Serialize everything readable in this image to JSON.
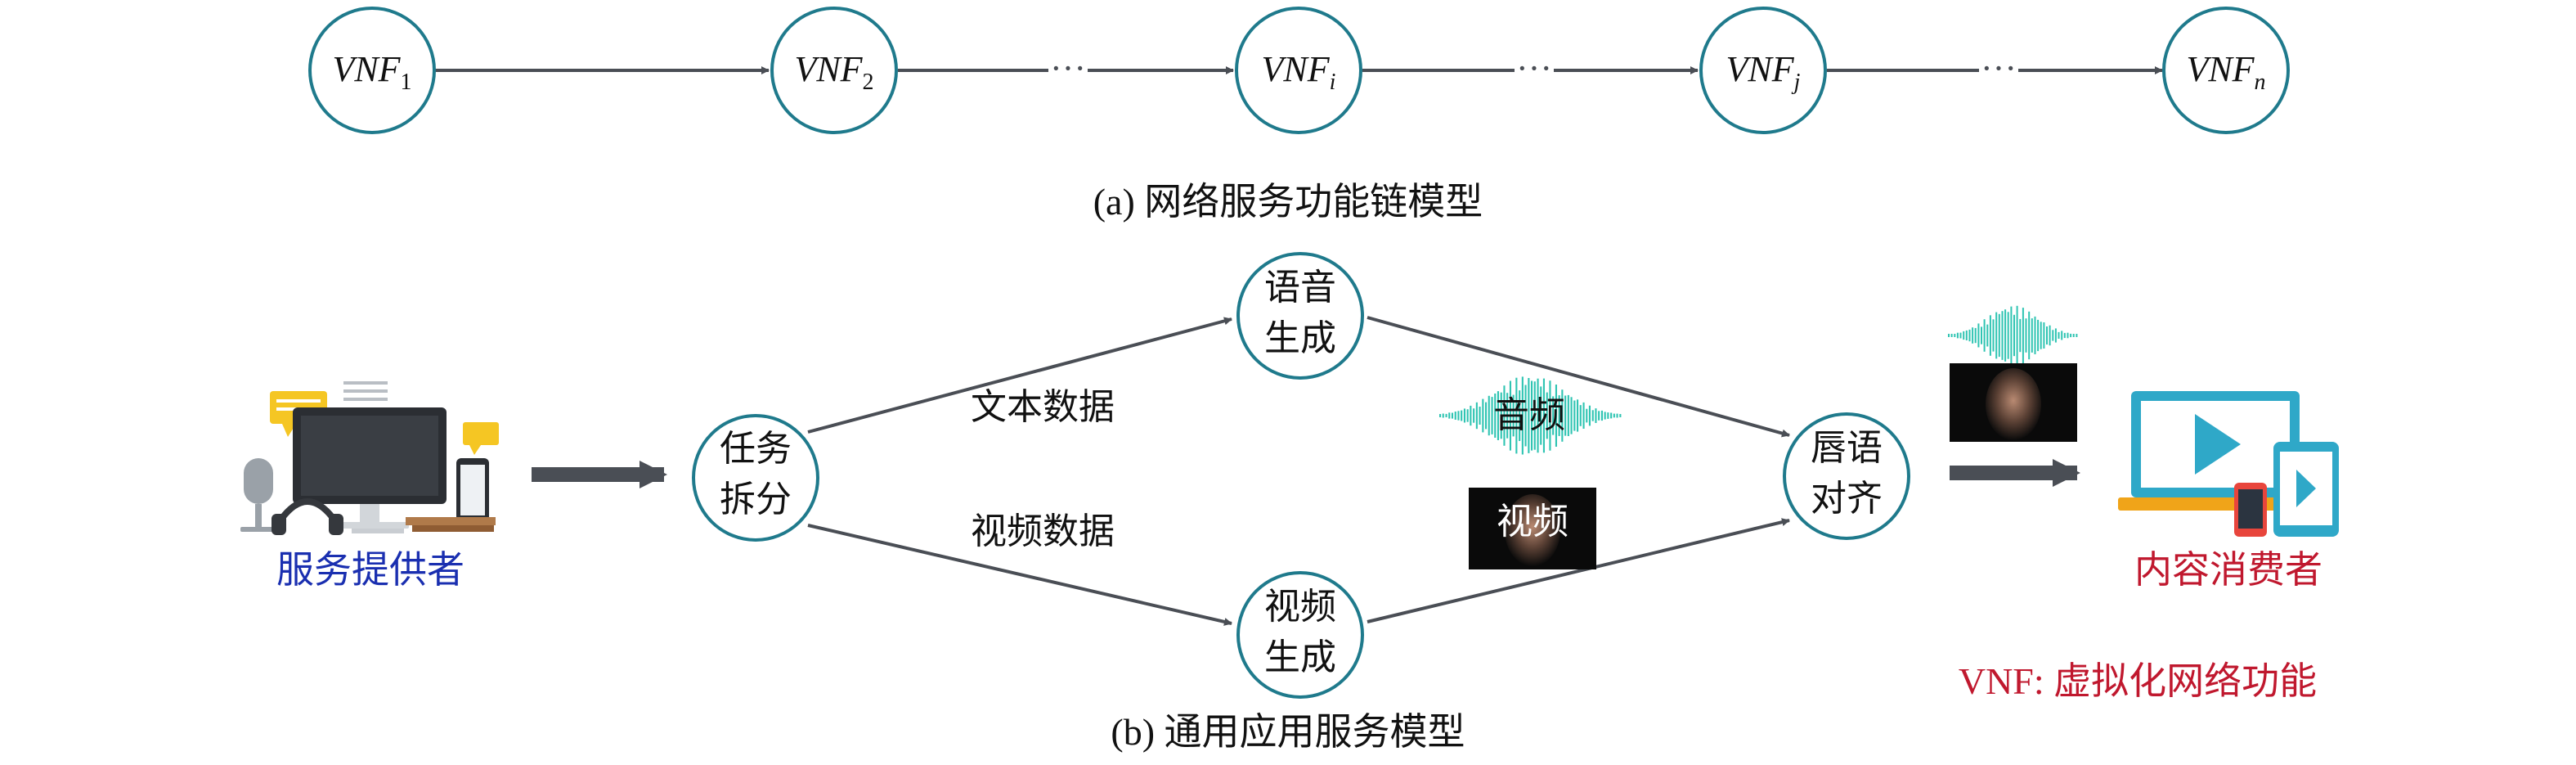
{
  "colors": {
    "node_stroke": "#1f7a8c",
    "edge": "#4a4e55",
    "provider_label": "#1a2fb0",
    "consumer_label": "#c0182e",
    "legend": "#c0182e",
    "wave": "#2fc4b2"
  },
  "sfc": {
    "caption": "(a) 网络服务功能链模型",
    "nodes": [
      {
        "base": "VNF",
        "sub": "1"
      },
      {
        "base": "VNF",
        "sub": "2"
      },
      {
        "base": "VNF",
        "sub": "i"
      },
      {
        "base": "VNF",
        "sub": "j"
      },
      {
        "base": "VNF",
        "sub": "n"
      }
    ],
    "ellipsis": "···"
  },
  "service": {
    "caption": "(b) 通用应用服务模型",
    "provider_label": "服务提供者",
    "consumer_label": "内容消费者",
    "nodes": {
      "split": {
        "line1": "任务",
        "line2": "拆分"
      },
      "speech": {
        "line1": "语音",
        "line2": "生成"
      },
      "video": {
        "line1": "视频",
        "line2": "生成"
      },
      "lip": {
        "line1": "唇语",
        "line2": "对齐"
      }
    },
    "edge_labels": {
      "text_data": "文本数据",
      "video_data": "视频数据"
    },
    "media_labels": {
      "audio": "音频",
      "video": "视频"
    },
    "legend": "VNF: 虚拟化网络功能",
    "icons": {
      "provider": "provider-studio-icon",
      "consumer": "devices-play-icon",
      "audio": "audio-wave-icon",
      "video": "video-frame-icon"
    }
  }
}
